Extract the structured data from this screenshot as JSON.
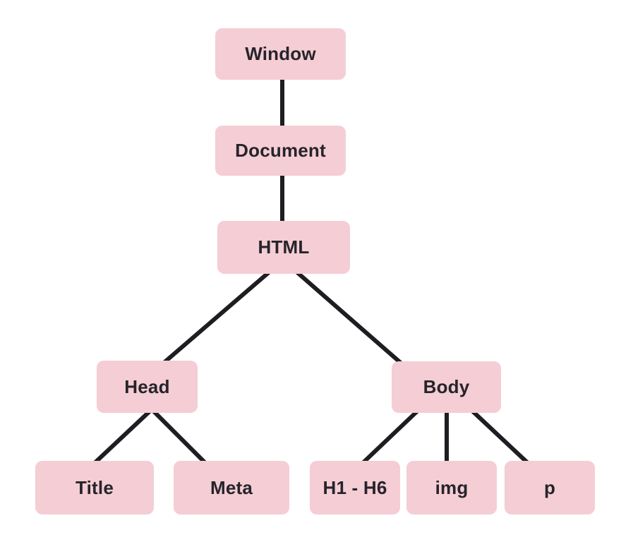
{
  "diagram": {
    "type": "tree",
    "description": "DOM tree structure diagram",
    "nodes": {
      "window": {
        "label": "Window"
      },
      "document": {
        "label": "Document"
      },
      "html": {
        "label": "HTML"
      },
      "head": {
        "label": "Head"
      },
      "body": {
        "label": "Body"
      },
      "title": {
        "label": "Title"
      },
      "meta": {
        "label": "Meta"
      },
      "h1h6": {
        "label": "H1 - H6"
      },
      "img": {
        "label": "img"
      },
      "p": {
        "label": "p"
      }
    },
    "edges": [
      {
        "from": "window",
        "to": "document"
      },
      {
        "from": "document",
        "to": "html"
      },
      {
        "from": "html",
        "to": "head"
      },
      {
        "from": "html",
        "to": "body"
      },
      {
        "from": "head",
        "to": "title"
      },
      {
        "from": "head",
        "to": "meta"
      },
      {
        "from": "body",
        "to": "h1h6"
      },
      {
        "from": "body",
        "to": "img"
      },
      {
        "from": "body",
        "to": "p"
      }
    ],
    "colors": {
      "node_fill": "#f5cdd4",
      "edge": "#1e1d21",
      "text": "#26242b",
      "background": "#ffffff"
    }
  }
}
